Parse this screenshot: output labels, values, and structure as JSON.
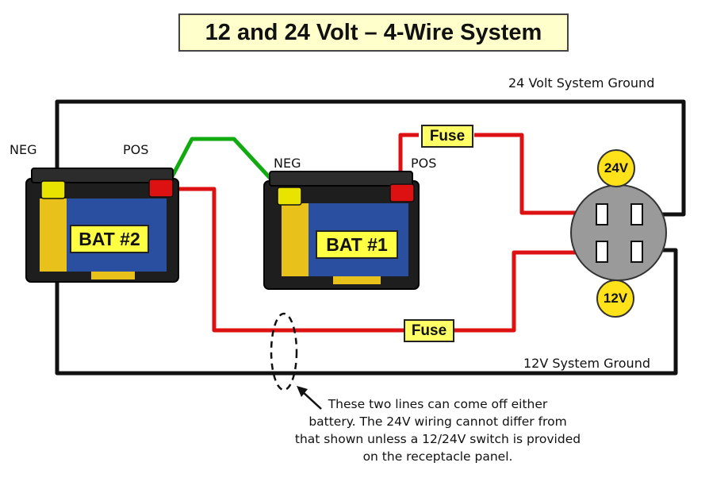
{
  "title": "12 and 24 Volt – 4-Wire System",
  "labels": {
    "ground_24v": "24 Volt System Ground",
    "ground_12v": "12V System Ground",
    "bat2_neg": "NEG",
    "bat2_pos": "POS",
    "bat1_neg": "NEG",
    "bat1_pos": "POS"
  },
  "batteries": {
    "bat2": "BAT #2",
    "bat1": "BAT #1"
  },
  "fuses": {
    "top": "Fuse",
    "bottom": "Fuse"
  },
  "receptacle": {
    "top_label": "24V",
    "bottom_label": "12V"
  },
  "note": {
    "line1": "These two lines can come off either",
    "line2": "battery. The 24V wiring cannot differ from",
    "line3": "that shown unless a 12/24V switch is provided",
    "line4": "on the receptacle panel."
  },
  "colors": {
    "wire_positive": "#dd1111",
    "wire_ground": "#111111",
    "wire_link": "#11aa11",
    "fuse": "#ffff66",
    "volt_badge": "#ffe21a",
    "title_bg": "#ffffcc"
  }
}
